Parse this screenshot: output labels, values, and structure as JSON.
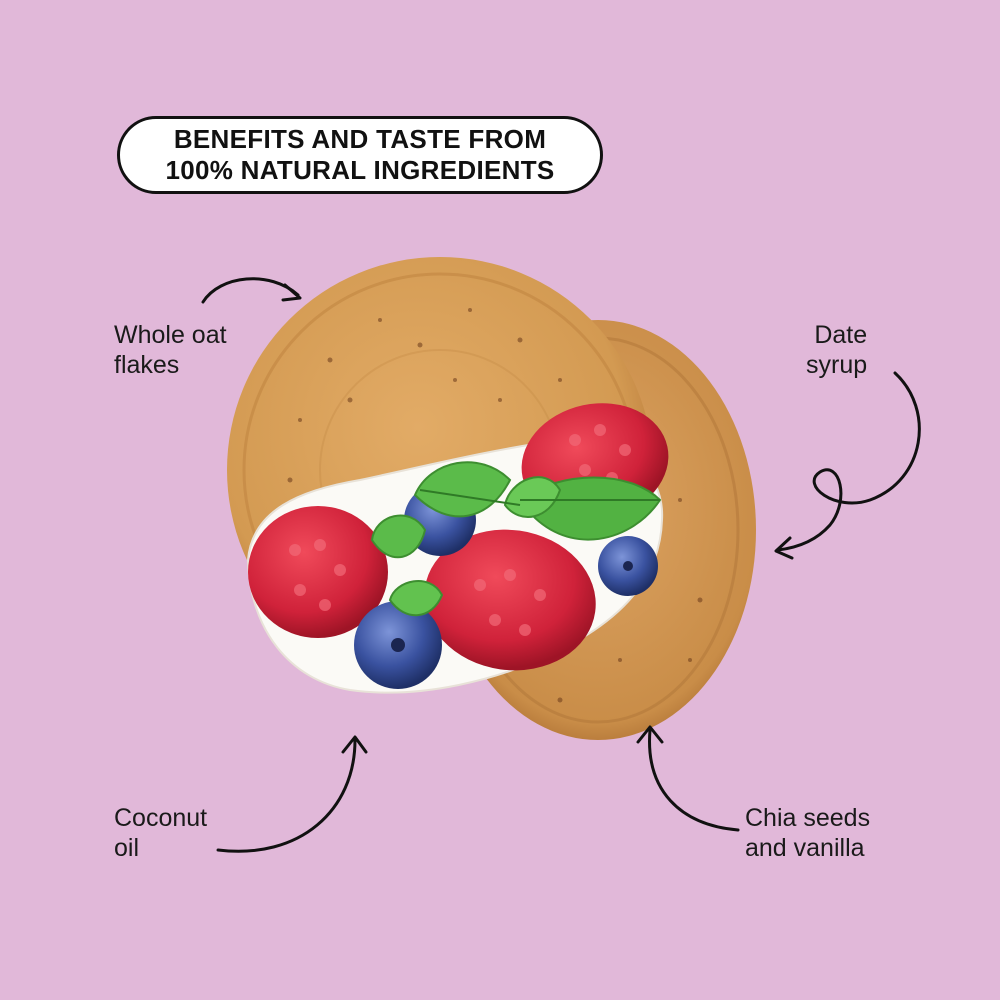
{
  "headline": {
    "line1": "BENEFITS AND TASTE FROM",
    "line2": "100% NATURAL INGREDIENTS"
  },
  "ingredients": {
    "oat": {
      "line1": "Whole oat",
      "line2": "flakes"
    },
    "date": {
      "line1": "Date",
      "line2": "syrup"
    },
    "coconut": {
      "line1": "Coconut",
      "line2": "oil"
    },
    "chia": {
      "line1": "Chia seeds",
      "line2": "and vanilla"
    }
  },
  "colors": {
    "background": "#e1b8d9",
    "cookie": "#d9a05a",
    "raspberry": "#d8283a",
    "blueberry": "#3a55a4",
    "mint": "#4caf3e"
  }
}
